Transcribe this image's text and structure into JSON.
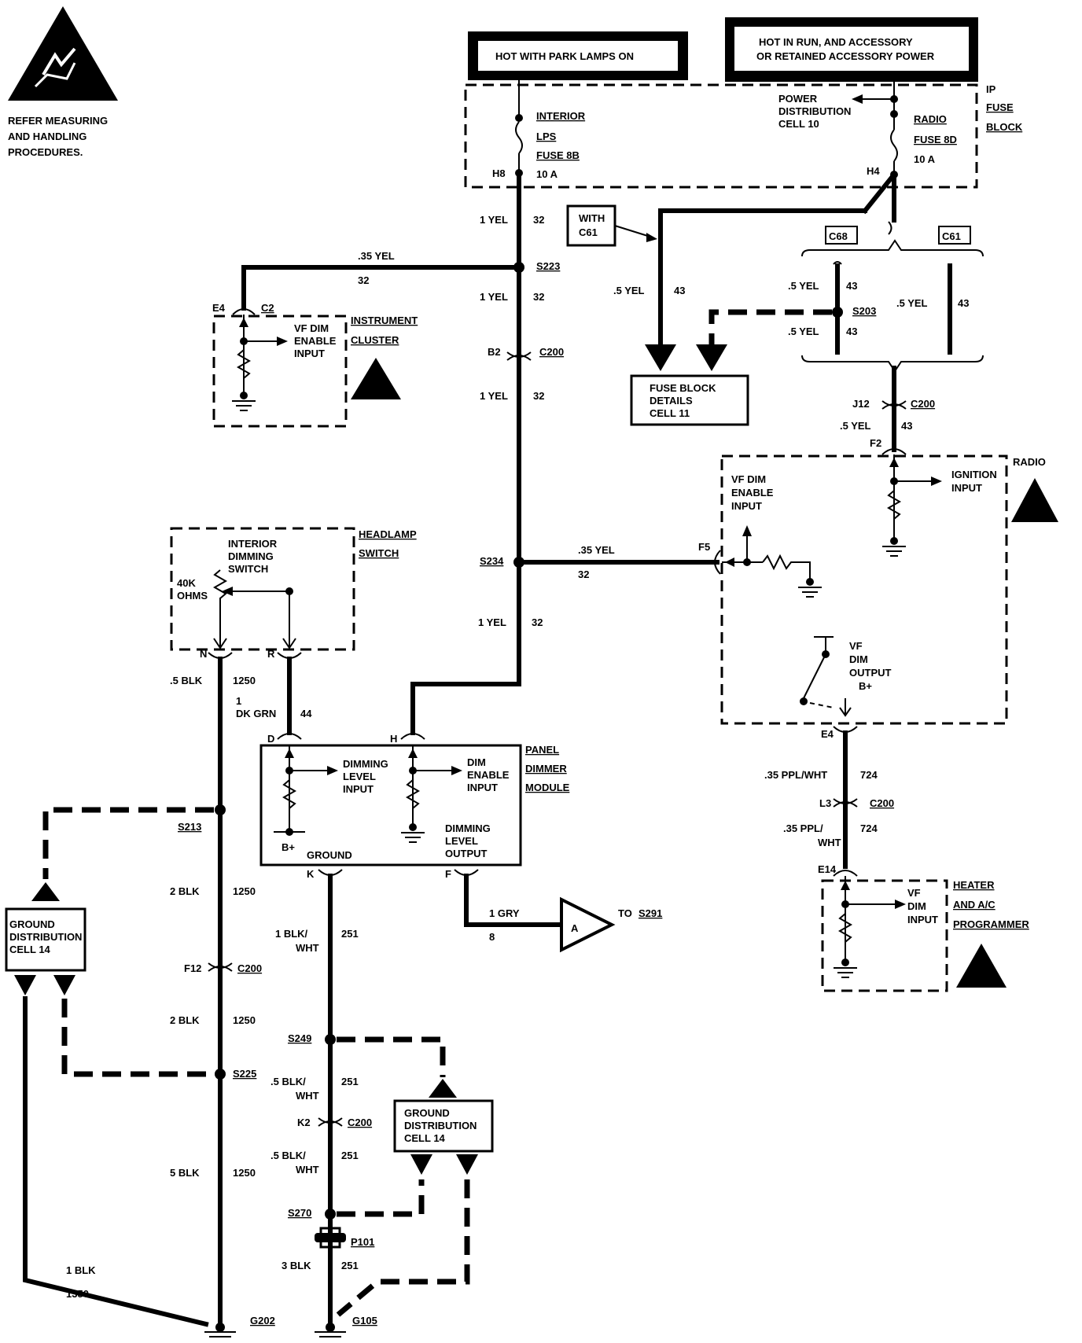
{
  "warning": {
    "lines": [
      "REFER MEASURING",
      "AND HANDLING",
      "PROCEDURES."
    ]
  },
  "hot_boxes": {
    "park": "HOT WITH PARK LAMPS ON",
    "run_line1": "HOT IN  RUN, AND ACCESSORY",
    "run_line2": "OR RETAINED ACCESSORY POWER"
  },
  "fuse_block": {
    "name_lines": [
      "IP",
      "FUSE",
      "BLOCK"
    ],
    "interior_fuse": [
      "INTERIOR",
      "LPS",
      "FUSE 8B",
      "10 A"
    ],
    "radio_fuse": [
      "RADIO",
      "FUSE 8D",
      "10 A"
    ],
    "power_dist": [
      "POWER",
      "DISTRIBUTION",
      "CELL 10"
    ],
    "h8": "H8",
    "h4": "H4"
  },
  "options": {
    "with_c61": [
      "WITH",
      "C61"
    ],
    "c68": "C68",
    "c61": "C61"
  },
  "fuse_details": [
    "FUSE BLOCK",
    "DETAILS",
    "CELL 11"
  ],
  "wires": {
    "yel1": "1 YEL",
    "yel035": ".35 YEL",
    "yel05": ".5 YEL",
    "c32": "32",
    "c43": "43",
    "blk05": ".5 BLK",
    "c1250": "1250",
    "dkgrn_1": "1",
    "dkgrn_2": "DK GRN",
    "c44": "44",
    "blk2": "2 BLK",
    "blk5": "5 BLK",
    "blk1": "1 BLK",
    "c1350": "1350",
    "blkwht1_1": "1 BLK/",
    "blkwht_2": "WHT",
    "c251": "251",
    "blkwht05_1": ".5 BLK/",
    "blk3": "3 BLK",
    "gry1": "1 GRY",
    "c8": "8",
    "ppl035": ".35 PPL/WHT",
    "ppl035_a": ".35 PPL/",
    "ppl035_b": "WHT",
    "c724": "724"
  },
  "splices": {
    "s223": "S223",
    "s234": "S234",
    "s203": "S203",
    "s213": "S213",
    "s225": "S225",
    "s249": "S249",
    "s270": "S270"
  },
  "connectors": {
    "c200": "C200",
    "c2": "C2",
    "b2": "B2",
    "e4": "E4",
    "j12": "J12",
    "f2": "F2",
    "f5": "F5",
    "n": "N",
    "r": "R",
    "d": "D",
    "h": "H",
    "k": "K",
    "f": "F",
    "f12": "F12",
    "k2": "K2",
    "l3": "L3",
    "e14": "E14",
    "p101": "P101"
  },
  "grounds": {
    "g202": "G202",
    "g105": "G105"
  },
  "instrument_cluster": {
    "name_lines": [
      "INSTRUMENT",
      "CLUSTER"
    ],
    "input": [
      "VF DIM",
      "ENABLE",
      "INPUT"
    ]
  },
  "headlamp_switch": {
    "name_lines": [
      "HEADLAMP",
      "SWITCH"
    ],
    "dimming": [
      "INTERIOR",
      "DIMMING",
      "SWITCH"
    ],
    "ohms": [
      "40K",
      "OHMS"
    ]
  },
  "panel_dimmer": {
    "name_lines": [
      "PANEL",
      "DIMMER",
      "MODULE"
    ],
    "level_input": [
      "DIMMING",
      "LEVEL",
      "INPUT"
    ],
    "enable_input": [
      "DIM",
      "ENABLE",
      "INPUT"
    ],
    "level_output": [
      "DIMMING",
      "LEVEL",
      "OUTPUT"
    ],
    "bplus": "B+",
    "ground": "GROUND"
  },
  "radio": {
    "name": "RADIO",
    "ignition": [
      "IGNITION",
      "INPUT"
    ],
    "vf_enable": [
      "VF DIM",
      "ENABLE",
      "INPUT"
    ],
    "vf_output": [
      "VF",
      "DIM",
      "OUTPUT",
      "B+"
    ]
  },
  "heater": {
    "name_lines": [
      "HEATER",
      "AND A/C",
      "PROGRAMMER"
    ],
    "input": [
      "VF",
      "DIM",
      "INPUT"
    ]
  },
  "ground_dist": [
    "GROUND",
    "DISTRIBUTION",
    "CELL 14"
  ],
  "offpage": {
    "letter": "A",
    "to": "TO",
    "target": "S291"
  }
}
